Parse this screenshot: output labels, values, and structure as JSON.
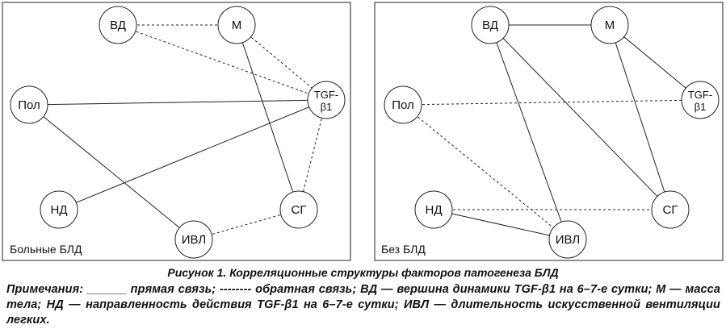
{
  "panels": [
    {
      "id": "left",
      "label": "Больные БЛД",
      "nodes": [
        {
          "id": "VD",
          "text": "ВД"
        },
        {
          "id": "M",
          "text": "М"
        },
        {
          "id": "Pol",
          "text": "Пол"
        },
        {
          "id": "TGF",
          "text": "TGF-",
          "text2": "β1"
        },
        {
          "id": "ND",
          "text": "НД"
        },
        {
          "id": "SG",
          "text": "СГ"
        },
        {
          "id": "IVL",
          "text": "ИВЛ"
        }
      ],
      "edges": [
        {
          "from": "VD",
          "to": "M",
          "type": "inverse"
        },
        {
          "from": "VD",
          "to": "TGF",
          "type": "inverse"
        },
        {
          "from": "M",
          "to": "TGF",
          "type": "inverse"
        },
        {
          "from": "M",
          "to": "SG",
          "type": "direct"
        },
        {
          "from": "Pol",
          "to": "TGF",
          "type": "direct"
        },
        {
          "from": "Pol",
          "to": "IVL",
          "type": "direct"
        },
        {
          "from": "ND",
          "to": "TGF",
          "type": "direct"
        },
        {
          "from": "TGF",
          "to": "SG",
          "type": "inverse"
        },
        {
          "from": "IVL",
          "to": "SG",
          "type": "inverse"
        }
      ]
    },
    {
      "id": "right",
      "label": "Без БЛД",
      "nodes": [
        {
          "id": "VD",
          "text": "ВД"
        },
        {
          "id": "M",
          "text": "М"
        },
        {
          "id": "Pol",
          "text": "Пол"
        },
        {
          "id": "TGF",
          "text": "TGF-",
          "text2": "β1"
        },
        {
          "id": "ND",
          "text": "НД"
        },
        {
          "id": "SG",
          "text": "СГ"
        },
        {
          "id": "IVL",
          "text": "ИВЛ"
        }
      ],
      "edges": [
        {
          "from": "VD",
          "to": "M",
          "type": "direct"
        },
        {
          "from": "VD",
          "to": "IVL",
          "type": "direct"
        },
        {
          "from": "VD",
          "to": "SG",
          "type": "direct"
        },
        {
          "from": "M",
          "to": "TGF",
          "type": "direct"
        },
        {
          "from": "M",
          "to": "SG",
          "type": "direct"
        },
        {
          "from": "Pol",
          "to": "TGF",
          "type": "inverse"
        },
        {
          "from": "Pol",
          "to": "IVL",
          "type": "inverse"
        },
        {
          "from": "ND",
          "to": "SG",
          "type": "inverse"
        },
        {
          "from": "ND",
          "to": "IVL",
          "type": "direct"
        }
      ]
    }
  ],
  "caption": "Рисунок 1. Корреляционные структуры факторов патогенеза БЛД",
  "notes": "Примечания: ______ прямая связь; -------- обратная связь; ВД — вершина динамики TGF-β1 на 6–7-е сутки; М — масса тела; НД — направленность действия TGF-β1 на 6–7-е сутки; ИВЛ — длительность искусственной вентиляции легких."
}
